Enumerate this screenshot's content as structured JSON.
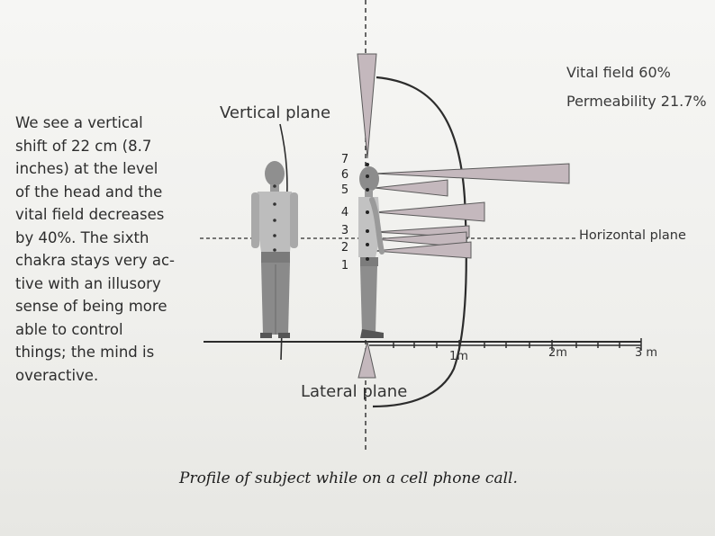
{
  "left_text": {
    "lines": [
      "We see a vertical",
      "shift of 22 cm (8.7",
      "inches) at the level",
      "of the head and the",
      "vital field decreases",
      "by 40%. The sixth",
      "chakra stays very ac-",
      "tive with an illusory",
      "sense of being more",
      "able to control",
      "things; the mind is",
      "overactive."
    ]
  },
  "labels": {
    "vertical_plane": "Vertical plane",
    "lateral_plane": "Lateral plane",
    "horizontal_plane": "Horizontal plane",
    "vital_field": "Vital field 60%",
    "permeability": "Permeability 21.7%"
  },
  "scale": {
    "ticks": [
      "1m",
      "2m",
      "3 m"
    ]
  },
  "chakras": {
    "numbers": [
      "7",
      "6",
      "5",
      "4",
      "3",
      "2",
      "1"
    ]
  },
  "caption": "Profile of subject while on a cell phone call.",
  "colors": {
    "cone_fill": "#c4b8bd",
    "line": "#2c2c2c"
  }
}
